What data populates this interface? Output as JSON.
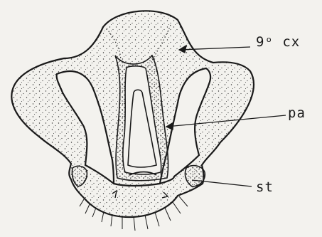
{
  "labels": {
    "coxa": "9ᵒ cx",
    "pa": "pa",
    "st": "st"
  },
  "colors": {
    "background": "#f3f2ee",
    "ink": "#1a1a1a",
    "stipple": "#333333"
  }
}
